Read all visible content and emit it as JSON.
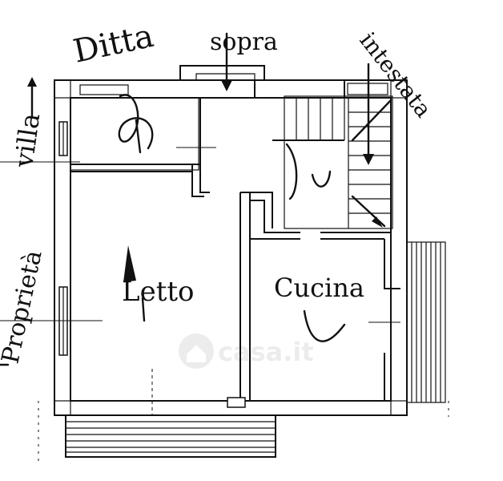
{
  "labels": {
    "ditta": "Ditta",
    "sopra": "sopra",
    "intestata": "intestata",
    "villa": "villa",
    "proprieta": "Proprietà",
    "letto": "Letto",
    "cucina": "Cucina"
  },
  "watermark": {
    "text": "casa.it",
    "icon": "house-logo-icon"
  }
}
